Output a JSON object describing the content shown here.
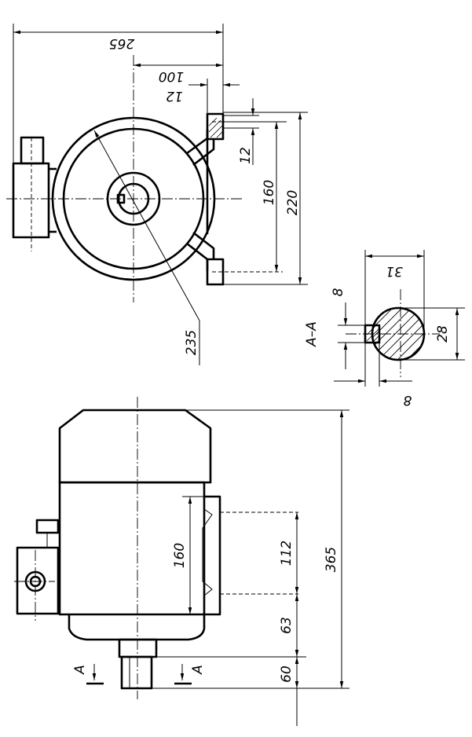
{
  "dimensions": {
    "top_width": "265",
    "flange_offset": "100",
    "flange_thickness": "12",
    "bolt_hole": "12",
    "mount_spacing": "160",
    "mount_height": "220",
    "housing_diameter": "235",
    "section_width": "31",
    "key_height": "8",
    "key_width": "8",
    "shaft_diameter": "28",
    "front_mount": "160",
    "foot_spacing": "112",
    "lower_height": "63",
    "shaft_length": "60",
    "total_length": "365"
  },
  "labels": {
    "section_title": "A–A",
    "section_mark_left": "A",
    "section_mark_right": "A"
  }
}
